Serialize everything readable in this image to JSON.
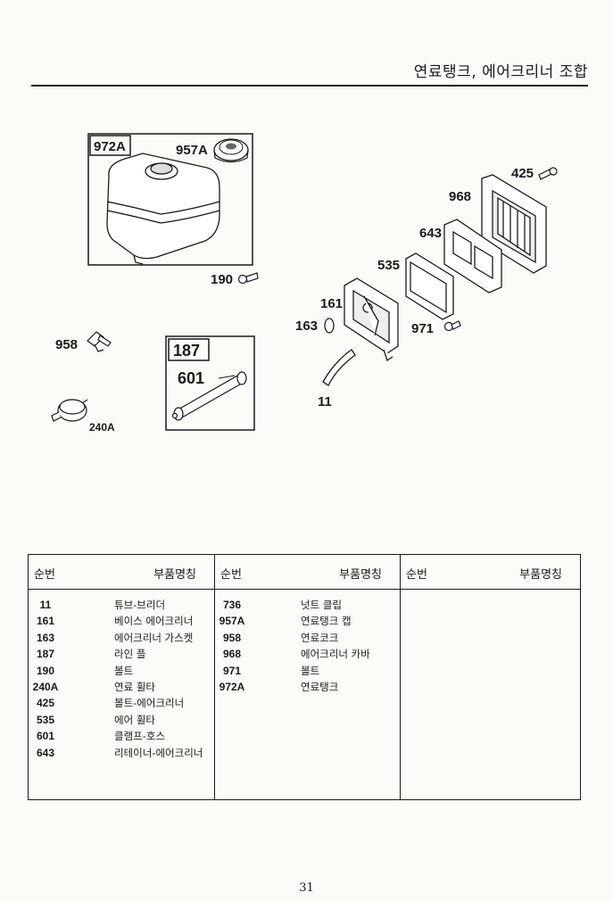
{
  "header": {
    "title": "연료탱크, 에어크리너 조합"
  },
  "diagram": {
    "callouts": {
      "c972A": "972A",
      "c957A": "957A",
      "c190": "190",
      "c958": "958",
      "c240A": "240A",
      "c187": "187",
      "c601": "601",
      "c425": "425",
      "c968": "968",
      "c643": "643",
      "c535": "535",
      "c161": "161",
      "c163": "163",
      "c971": "971",
      "c11": "11"
    }
  },
  "table": {
    "headers": {
      "num": "순번",
      "name": "부품명칭"
    },
    "columns": [
      [
        {
          "num": "11",
          "name": "튜브-브리더"
        },
        {
          "num": "161",
          "name": "베이스 에어크리너"
        },
        {
          "num": "163",
          "name": "에어크리너 가스켓"
        },
        {
          "num": "187",
          "name": "라인 플"
        },
        {
          "num": "190",
          "name": "볼트"
        },
        {
          "num": "240A",
          "name": "연료 휠타"
        },
        {
          "num": "425",
          "name": "볼트-에어크리너"
        },
        {
          "num": "535",
          "name": "에어 휠타"
        },
        {
          "num": "601",
          "name": "클램프-호스"
        },
        {
          "num": "643",
          "name": "리테이너-에어크리너"
        }
      ],
      [
        {
          "num": "736",
          "name": "넛트 클립"
        },
        {
          "num": "957A",
          "name": "연료탱크 캡"
        },
        {
          "num": "958",
          "name": "연료코크"
        },
        {
          "num": "968",
          "name": "에어크리너 카바"
        },
        {
          "num": "971",
          "name": "볼트"
        },
        {
          "num": "972A",
          "name": "연료탱크"
        }
      ],
      []
    ]
  },
  "footer": {
    "page_number": "31"
  }
}
